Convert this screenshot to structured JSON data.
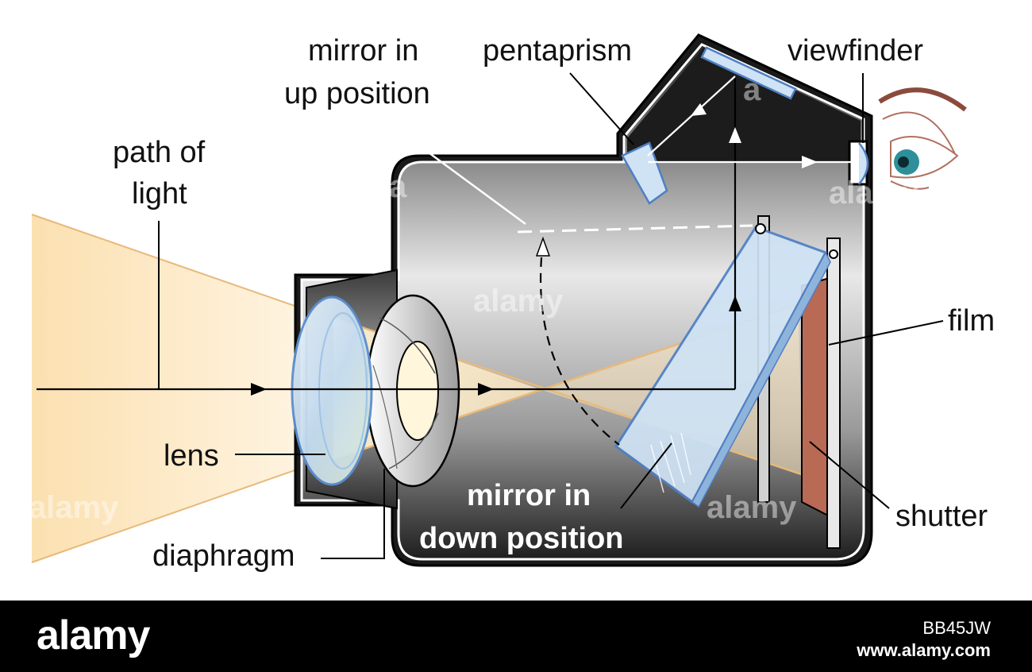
{
  "labels": {
    "path_of_light_1": "path of",
    "path_of_light_2": "light",
    "mirror_up_1": "mirror in",
    "mirror_up_2": "up position",
    "pentaprism": "pentaprism",
    "viewfinder": "viewfinder",
    "film": "film",
    "lens": "lens",
    "shutter": "shutter",
    "diaphragm": "diaphragm",
    "mirror_down_1": "mirror in",
    "mirror_down_2": "down position"
  },
  "watermark": {
    "brand": "alamy",
    "letter": "a"
  },
  "footer": {
    "logo": "alamy",
    "image_id": "BB45JW",
    "site": "www.alamy.com"
  },
  "colors": {
    "light_beam": "#fbe3b8",
    "light_edge": "#e8b97a",
    "body_dark": "#2b2b2b",
    "glass": "#cfe3f5",
    "film": "#b86a55",
    "iris": "#2e8f9a"
  }
}
